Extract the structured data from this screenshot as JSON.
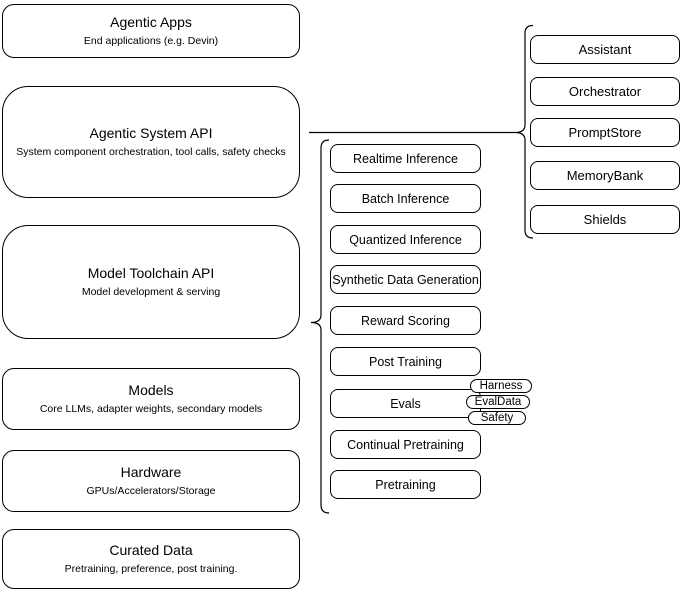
{
  "colors": {
    "stroke": "#000000",
    "fill": "#ffffff",
    "text": "#000000",
    "background": "#ffffff"
  },
  "left_stack": [
    {
      "title": "Agentic Apps",
      "subtitle": "End applications (e.g. Devin)"
    },
    {
      "title": "Agentic System API",
      "subtitle": "System component orchestration, tool calls, safety checks"
    },
    {
      "title": "Model Toolchain API",
      "subtitle": "Model development & serving"
    },
    {
      "title": "Models",
      "subtitle": "Core LLMs, adapter weights, secondary models"
    },
    {
      "title": "Hardware",
      "subtitle": "GPUs/Accelerators/Storage"
    },
    {
      "title": "Curated Data",
      "subtitle": "Pretraining, preference, post training."
    }
  ],
  "toolchain": {
    "items": [
      "Realtime Inference",
      "Batch Inference",
      "Quantized Inference",
      "Synthetic Data Generation",
      "Reward Scoring",
      "Post Training",
      "Evals",
      "Continual Pretraining",
      "Pretraining"
    ]
  },
  "eval_tags": {
    "items": [
      "Harness",
      "EvalData",
      "Safety"
    ]
  },
  "system_components": {
    "items": [
      "Assistant",
      "Orchestrator",
      "PromptStore",
      "MemoryBank",
      "Shields"
    ]
  }
}
